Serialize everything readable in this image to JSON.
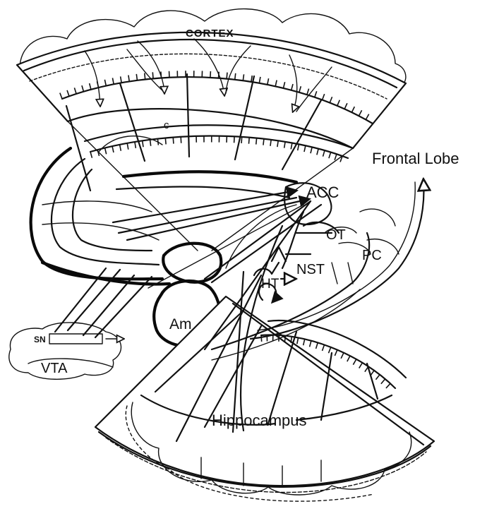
{
  "labels": {
    "cortex": "CORTEX",
    "c": "c",
    "frontal_lobe": "Frontal Lobe",
    "acc": "ACC",
    "ot": "OT",
    "pc": "PC",
    "nst": "NST",
    "ht": "HT",
    "am": "Am",
    "sn": "SN",
    "vta": "VTA",
    "hippocampus": "Hippocampus"
  }
}
